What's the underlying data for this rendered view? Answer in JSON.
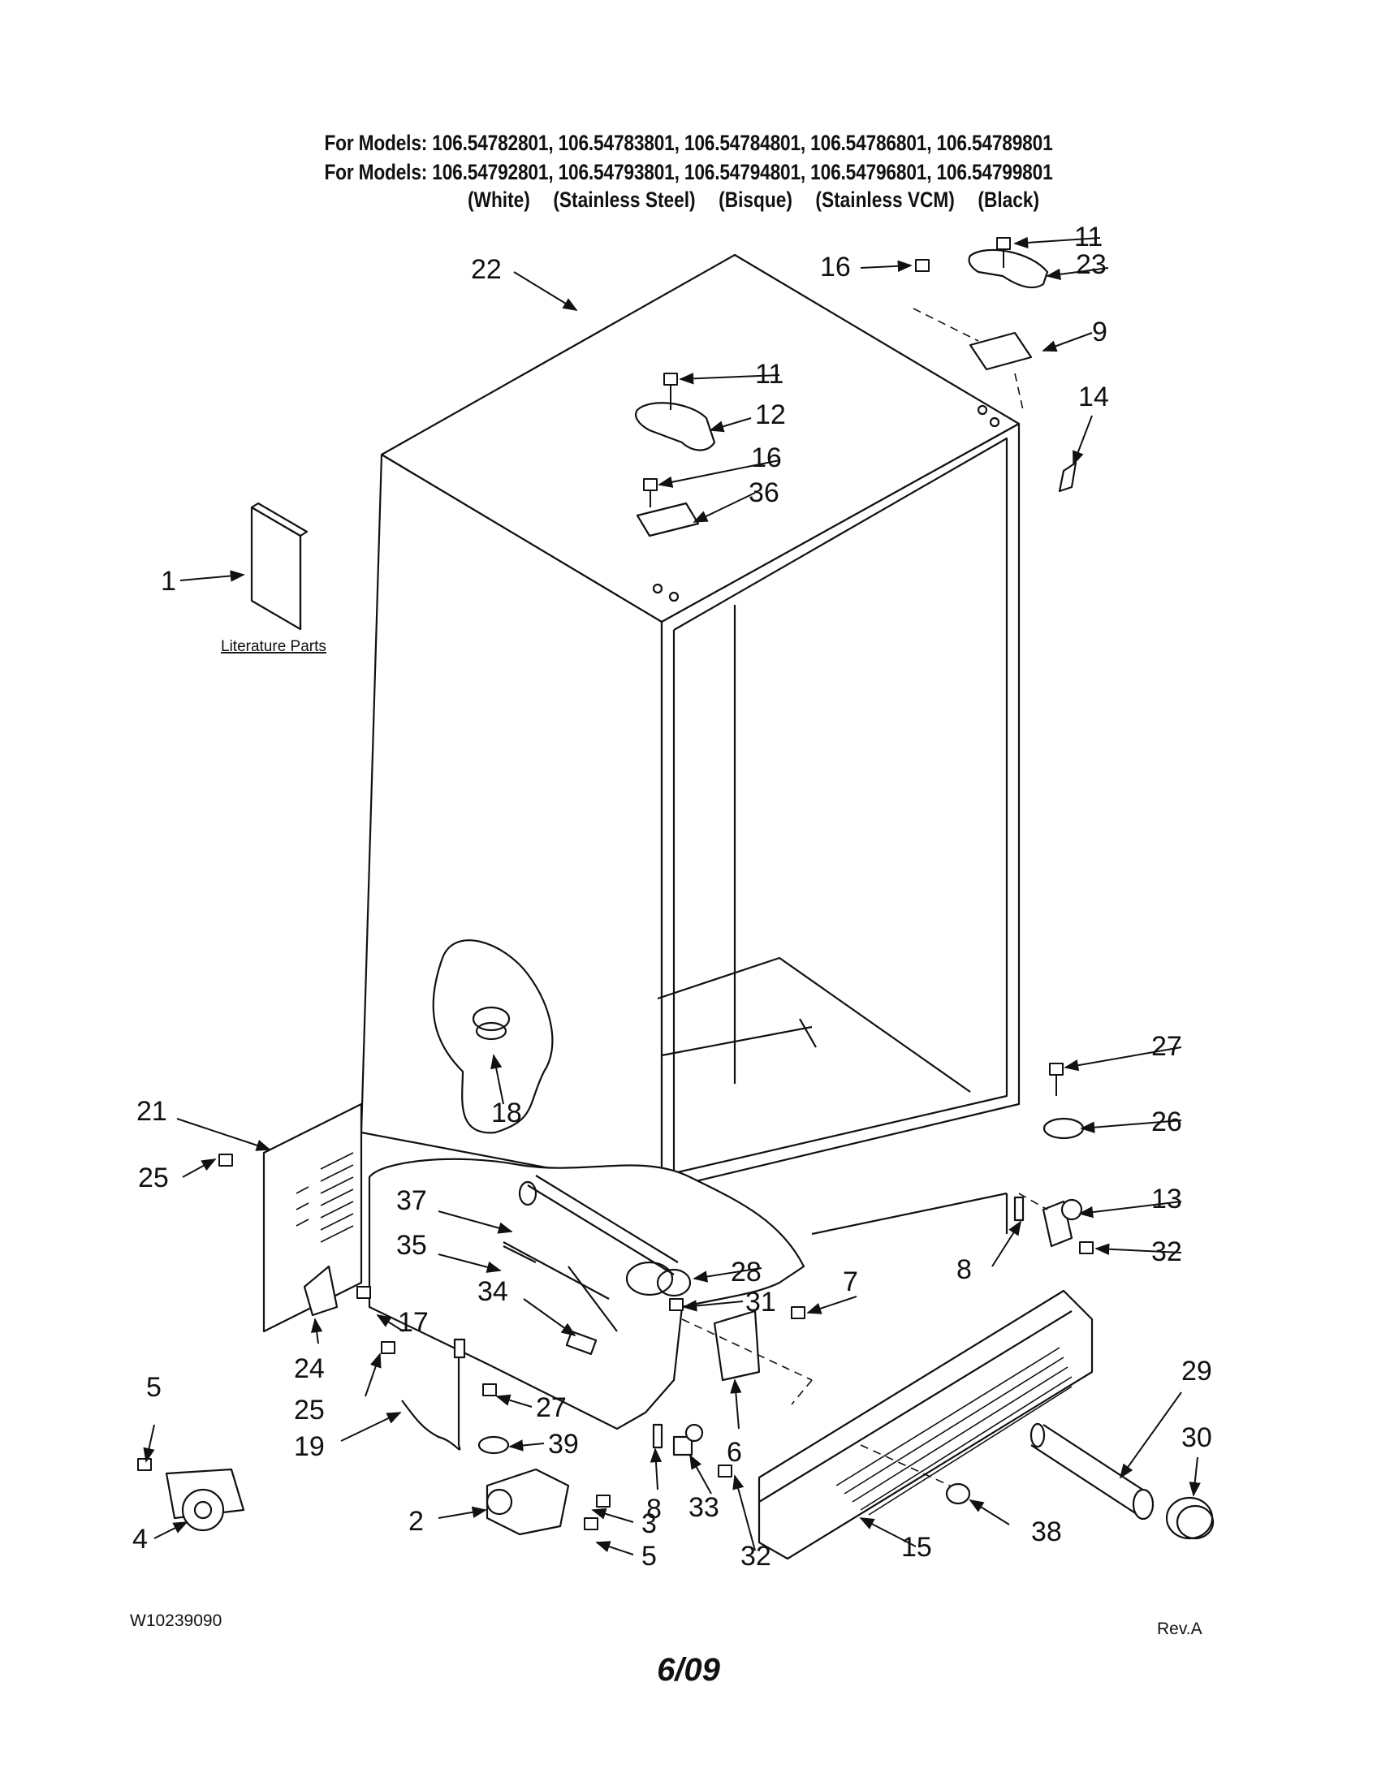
{
  "header": {
    "line1": "For Models: 106.54782801, 106.54783801, 106.54784801, 106.54786801, 106.54789801",
    "line2": "For Models: 106.54792801, 106.54793801, 106.54794801, 106.54796801, 106.54799801",
    "colors": [
      "(White)",
      "(Stainless Steel)",
      "(Bisque)",
      "(Stainless VCM)",
      "(Black)"
    ]
  },
  "literature_label": "Literature Parts",
  "callouts": [
    "1",
    "2",
    "3",
    "4",
    "5",
    "5",
    "6",
    "7",
    "8",
    "8",
    "9",
    "11",
    "11",
    "12",
    "13",
    "14",
    "15",
    "16",
    "16",
    "17",
    "18",
    "19",
    "21",
    "22",
    "23",
    "24",
    "25",
    "25",
    "26",
    "27",
    "27",
    "28",
    "29",
    "30",
    "31",
    "32",
    "32",
    "33",
    "34",
    "35",
    "36",
    "37",
    "38",
    "39"
  ],
  "footer": {
    "part_number": "W10239090",
    "revision": "Rev.A",
    "date": "6/09"
  }
}
